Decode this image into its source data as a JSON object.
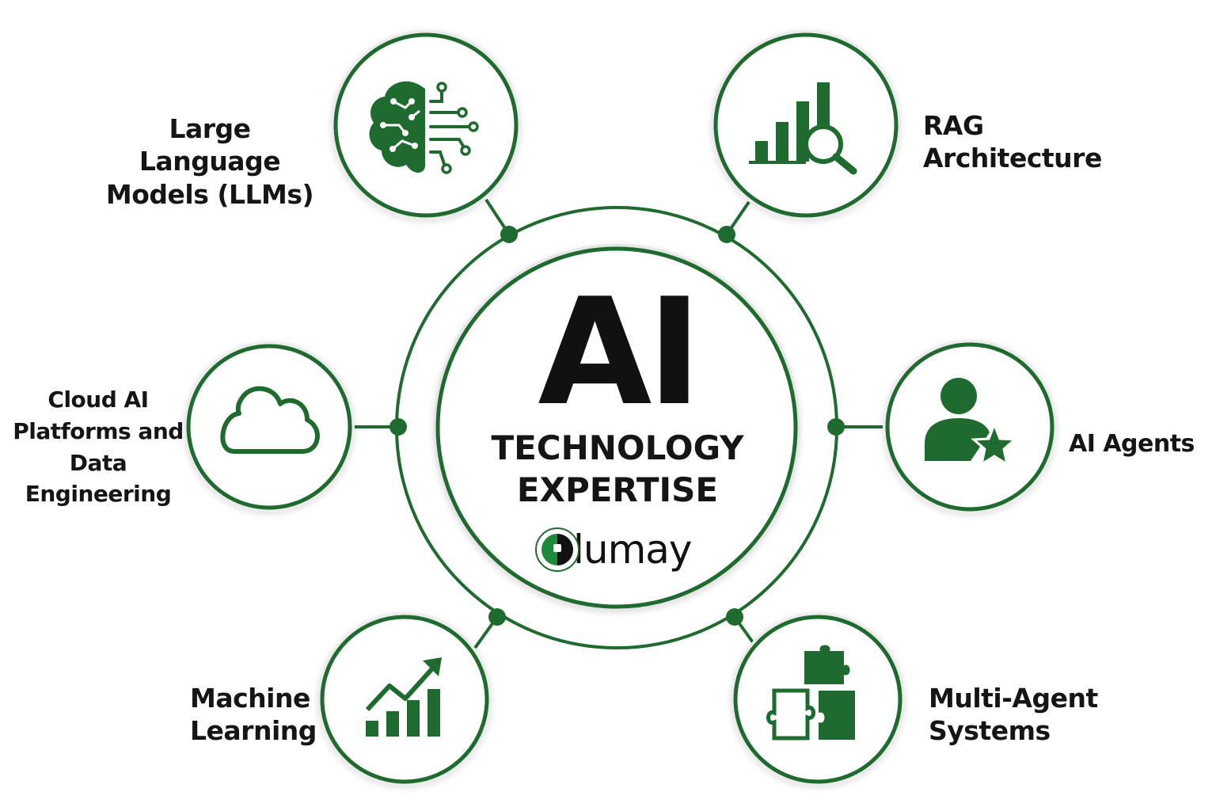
{
  "center": {
    "title": "AI",
    "subtitle_line1": "TECHNOLOGY",
    "subtitle_line2": "EXPERTISE",
    "brand": "lumay"
  },
  "colors": {
    "accent": "#1f6b2f",
    "text": "#151515"
  },
  "topics": {
    "llm": {
      "line1": "Large Language",
      "line2": "Models (LLMs)",
      "icon": "brain-circuit-icon"
    },
    "rag": {
      "line1": "RAG",
      "line2": "Architecture",
      "icon": "bar-chart-magnifier-icon"
    },
    "cloud": {
      "line1": "Cloud AI",
      "line2": "Platforms and",
      "line3": "Data Engineering",
      "icon": "cloud-icon"
    },
    "agents": {
      "line1": "AI Agents",
      "icon": "person-star-icon"
    },
    "ml": {
      "line1": "Machine",
      "line2": "Learning",
      "icon": "growth-chart-icon"
    },
    "mas": {
      "line1": "Multi-Agent",
      "line2": "Systems",
      "icon": "puzzle-pieces-icon"
    }
  }
}
